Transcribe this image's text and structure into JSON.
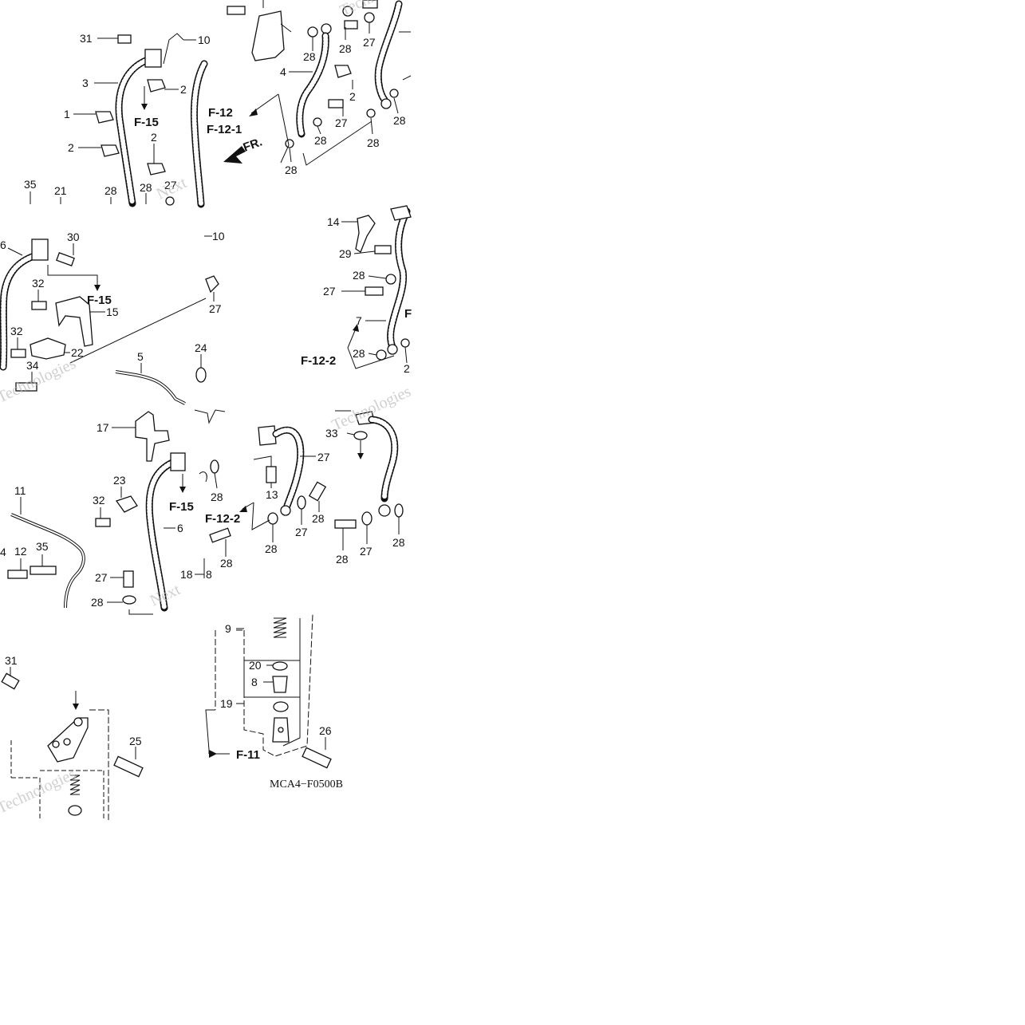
{
  "diagram": {
    "code": "MCA4−F0500B",
    "watermark_lines": [
      "Next",
      "Technologies"
    ],
    "callouts": [
      {
        "id": "c31a",
        "text": "31"
      },
      {
        "id": "c10a",
        "text": "10"
      },
      {
        "id": "c3",
        "text": "3"
      },
      {
        "id": "c2a",
        "text": "2"
      },
      {
        "id": "c1",
        "text": "1"
      },
      {
        "id": "c2b",
        "text": "2"
      },
      {
        "id": "c2c",
        "text": "2"
      },
      {
        "id": "c35a",
        "text": "35"
      },
      {
        "id": "c21",
        "text": "21"
      },
      {
        "id": "c28a",
        "text": "28"
      },
      {
        "id": "c28b",
        "text": "28"
      },
      {
        "id": "c27a",
        "text": "27"
      },
      {
        "id": "c28c",
        "text": "28"
      },
      {
        "id": "c28d",
        "text": "28"
      },
      {
        "id": "c27b",
        "text": "27"
      },
      {
        "id": "c4",
        "text": "4"
      },
      {
        "id": "c2d",
        "text": "2"
      },
      {
        "id": "c27c",
        "text": "27"
      },
      {
        "id": "c28e",
        "text": "28"
      },
      {
        "id": "c28f",
        "text": "28"
      },
      {
        "id": "c28g",
        "text": "28"
      },
      {
        "id": "c28h",
        "text": "28"
      },
      {
        "id": "c6a",
        "text": "6"
      },
      {
        "id": "c30",
        "text": "30"
      },
      {
        "id": "c10b",
        "text": "10"
      },
      {
        "id": "c32a",
        "text": "32"
      },
      {
        "id": "c15",
        "text": "15"
      },
      {
        "id": "c27d",
        "text": "27"
      },
      {
        "id": "c32b",
        "text": "32"
      },
      {
        "id": "c22",
        "text": "22"
      },
      {
        "id": "c34a",
        "text": "34"
      },
      {
        "id": "c5",
        "text": "5"
      },
      {
        "id": "c24",
        "text": "24"
      },
      {
        "id": "c14",
        "text": "14"
      },
      {
        "id": "c29",
        "text": "29"
      },
      {
        "id": "c28i",
        "text": "28"
      },
      {
        "id": "c27e",
        "text": "27"
      },
      {
        "id": "c7",
        "text": "7"
      },
      {
        "id": "c28j",
        "text": "28"
      },
      {
        "id": "c2e",
        "text": "2"
      },
      {
        "id": "c17",
        "text": "17"
      },
      {
        "id": "c23",
        "text": "23"
      },
      {
        "id": "c32c",
        "text": "32"
      },
      {
        "id": "c28k",
        "text": "28"
      },
      {
        "id": "c6b",
        "text": "6"
      },
      {
        "id": "c11",
        "text": "11"
      },
      {
        "id": "c34b",
        "text": "4"
      },
      {
        "id": "c12",
        "text": "12"
      },
      {
        "id": "c35b",
        "text": "35"
      },
      {
        "id": "c27f",
        "text": "27"
      },
      {
        "id": "c28l",
        "text": "28"
      },
      {
        "id": "c18",
        "text": "18"
      },
      {
        "id": "c8a",
        "text": "8"
      },
      {
        "id": "c27g",
        "text": "27"
      },
      {
        "id": "c13",
        "text": "13"
      },
      {
        "id": "c33",
        "text": "33"
      },
      {
        "id": "c28m",
        "text": "28"
      },
      {
        "id": "c27h",
        "text": "27"
      },
      {
        "id": "c28n",
        "text": "28"
      },
      {
        "id": "c28o",
        "text": "28"
      },
      {
        "id": "c27i",
        "text": "27"
      },
      {
        "id": "c28p",
        "text": "28"
      },
      {
        "id": "c28q",
        "text": "28"
      },
      {
        "id": "c31b",
        "text": "31"
      },
      {
        "id": "c25",
        "text": "25"
      },
      {
        "id": "c9",
        "text": "9"
      },
      {
        "id": "c20",
        "text": "20"
      },
      {
        "id": "c8b",
        "text": "8"
      },
      {
        "id": "c19",
        "text": "19"
      },
      {
        "id": "c26",
        "text": "26"
      }
    ],
    "references": [
      {
        "id": "rF15a",
        "text": "F-15"
      },
      {
        "id": "rF12",
        "text": "F-12"
      },
      {
        "id": "rF121",
        "text": "F-12-1"
      },
      {
        "id": "rFR",
        "text": "FR."
      },
      {
        "id": "rF15b",
        "text": "F-15"
      },
      {
        "id": "rF122a",
        "text": "F-12-2"
      },
      {
        "id": "rFa",
        "text": "F"
      },
      {
        "id": "rF15c",
        "text": "F-15"
      },
      {
        "id": "rF122b",
        "text": "F-12-2"
      },
      {
        "id": "rF11",
        "text": "F-11"
      }
    ]
  }
}
